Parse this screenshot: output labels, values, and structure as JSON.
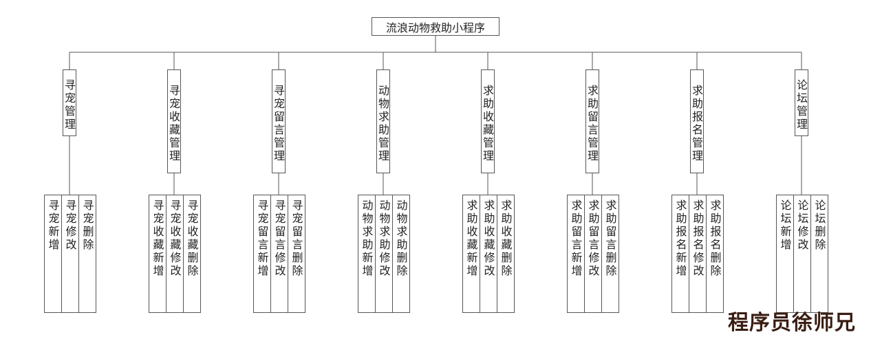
{
  "root": {
    "label": "流浪动物救助小程序"
  },
  "modules": [
    {
      "label": "寻宠管理",
      "children": [
        "寻宠新增",
        "寻宠修改",
        "寻宠删除"
      ]
    },
    {
      "label": "寻宠收藏管理",
      "children": [
        "寻宠收藏新增",
        "寻宠收藏修改",
        "寻宠收藏删除"
      ]
    },
    {
      "label": "寻宠留言管理",
      "children": [
        "寻宠留言新增",
        "寻宠留言修改",
        "寻宠留言删除"
      ]
    },
    {
      "label": "动物求助管理",
      "children": [
        "动物求助新增",
        "动物求助修改",
        "动物求助删除"
      ]
    },
    {
      "label": "求助收藏管理",
      "children": [
        "求助收藏新增",
        "求助收藏修改",
        "求助收藏删除"
      ]
    },
    {
      "label": "求助留言管理",
      "children": [
        "求助留言新增",
        "求助留言修改",
        "求助留言删除"
      ]
    },
    {
      "label": "求助报名管理",
      "children": [
        "求助报名新增",
        "求助报名修改",
        "求助报名删除"
      ]
    },
    {
      "label": "论坛管理",
      "children": [
        "论坛新增",
        "论坛修改",
        "论坛删除"
      ]
    }
  ],
  "watermark": "程序员徐师兄"
}
